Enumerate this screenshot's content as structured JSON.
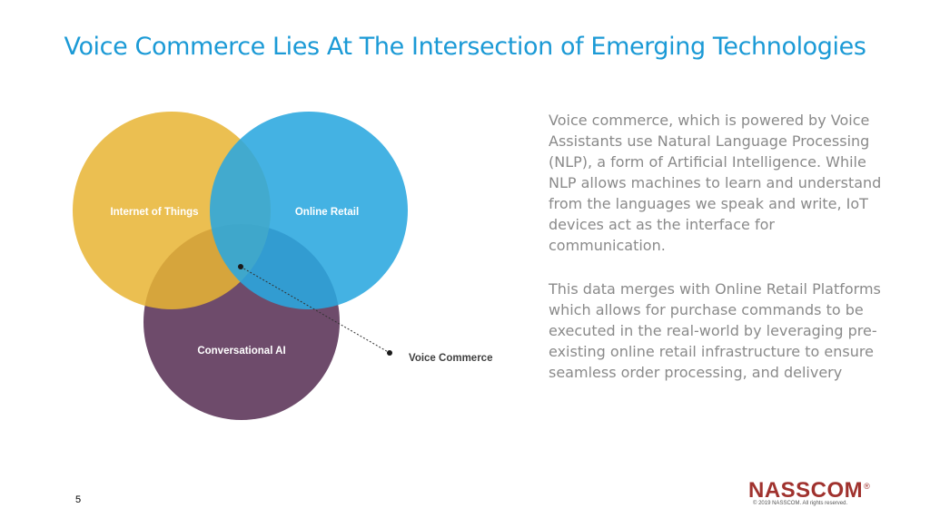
{
  "title": "Voice Commerce Lies At The Intersection of Emerging Technologies",
  "colors": {
    "title": "#1b9ad6",
    "iot": "#e8b434",
    "retail": "#2aa7df",
    "ai": "#6e4b6b",
    "text": "#8a8a8a",
    "brand": "#a0322e"
  },
  "venn": {
    "circles": [
      {
        "label": "Internet of Things",
        "color_name": "yellow"
      },
      {
        "label": "Online Retail",
        "color_name": "blue"
      },
      {
        "label": "Conversational AI",
        "color_name": "purple"
      }
    ],
    "pointer_label": "Voice Commerce"
  },
  "paragraphs": [
    "Voice commerce, which is powered by Voice Assistants use Natural Language Processing (NLP), a form of Artificial Intelligence. While NLP allows machines to learn and understand from the languages we speak and write, IoT devices act as the interface for communication.",
    "This data merges with Online Retail Platforms which allows for purchase commands to be executed in the real-world by leveraging pre-existing online retail infrastructure to ensure seamless order processing, and delivery"
  ],
  "page_number": "5",
  "logo": {
    "text": "NASSCOM",
    "reg": "®"
  },
  "copyright": "© 2019 NASSCOM. All rights reserved."
}
